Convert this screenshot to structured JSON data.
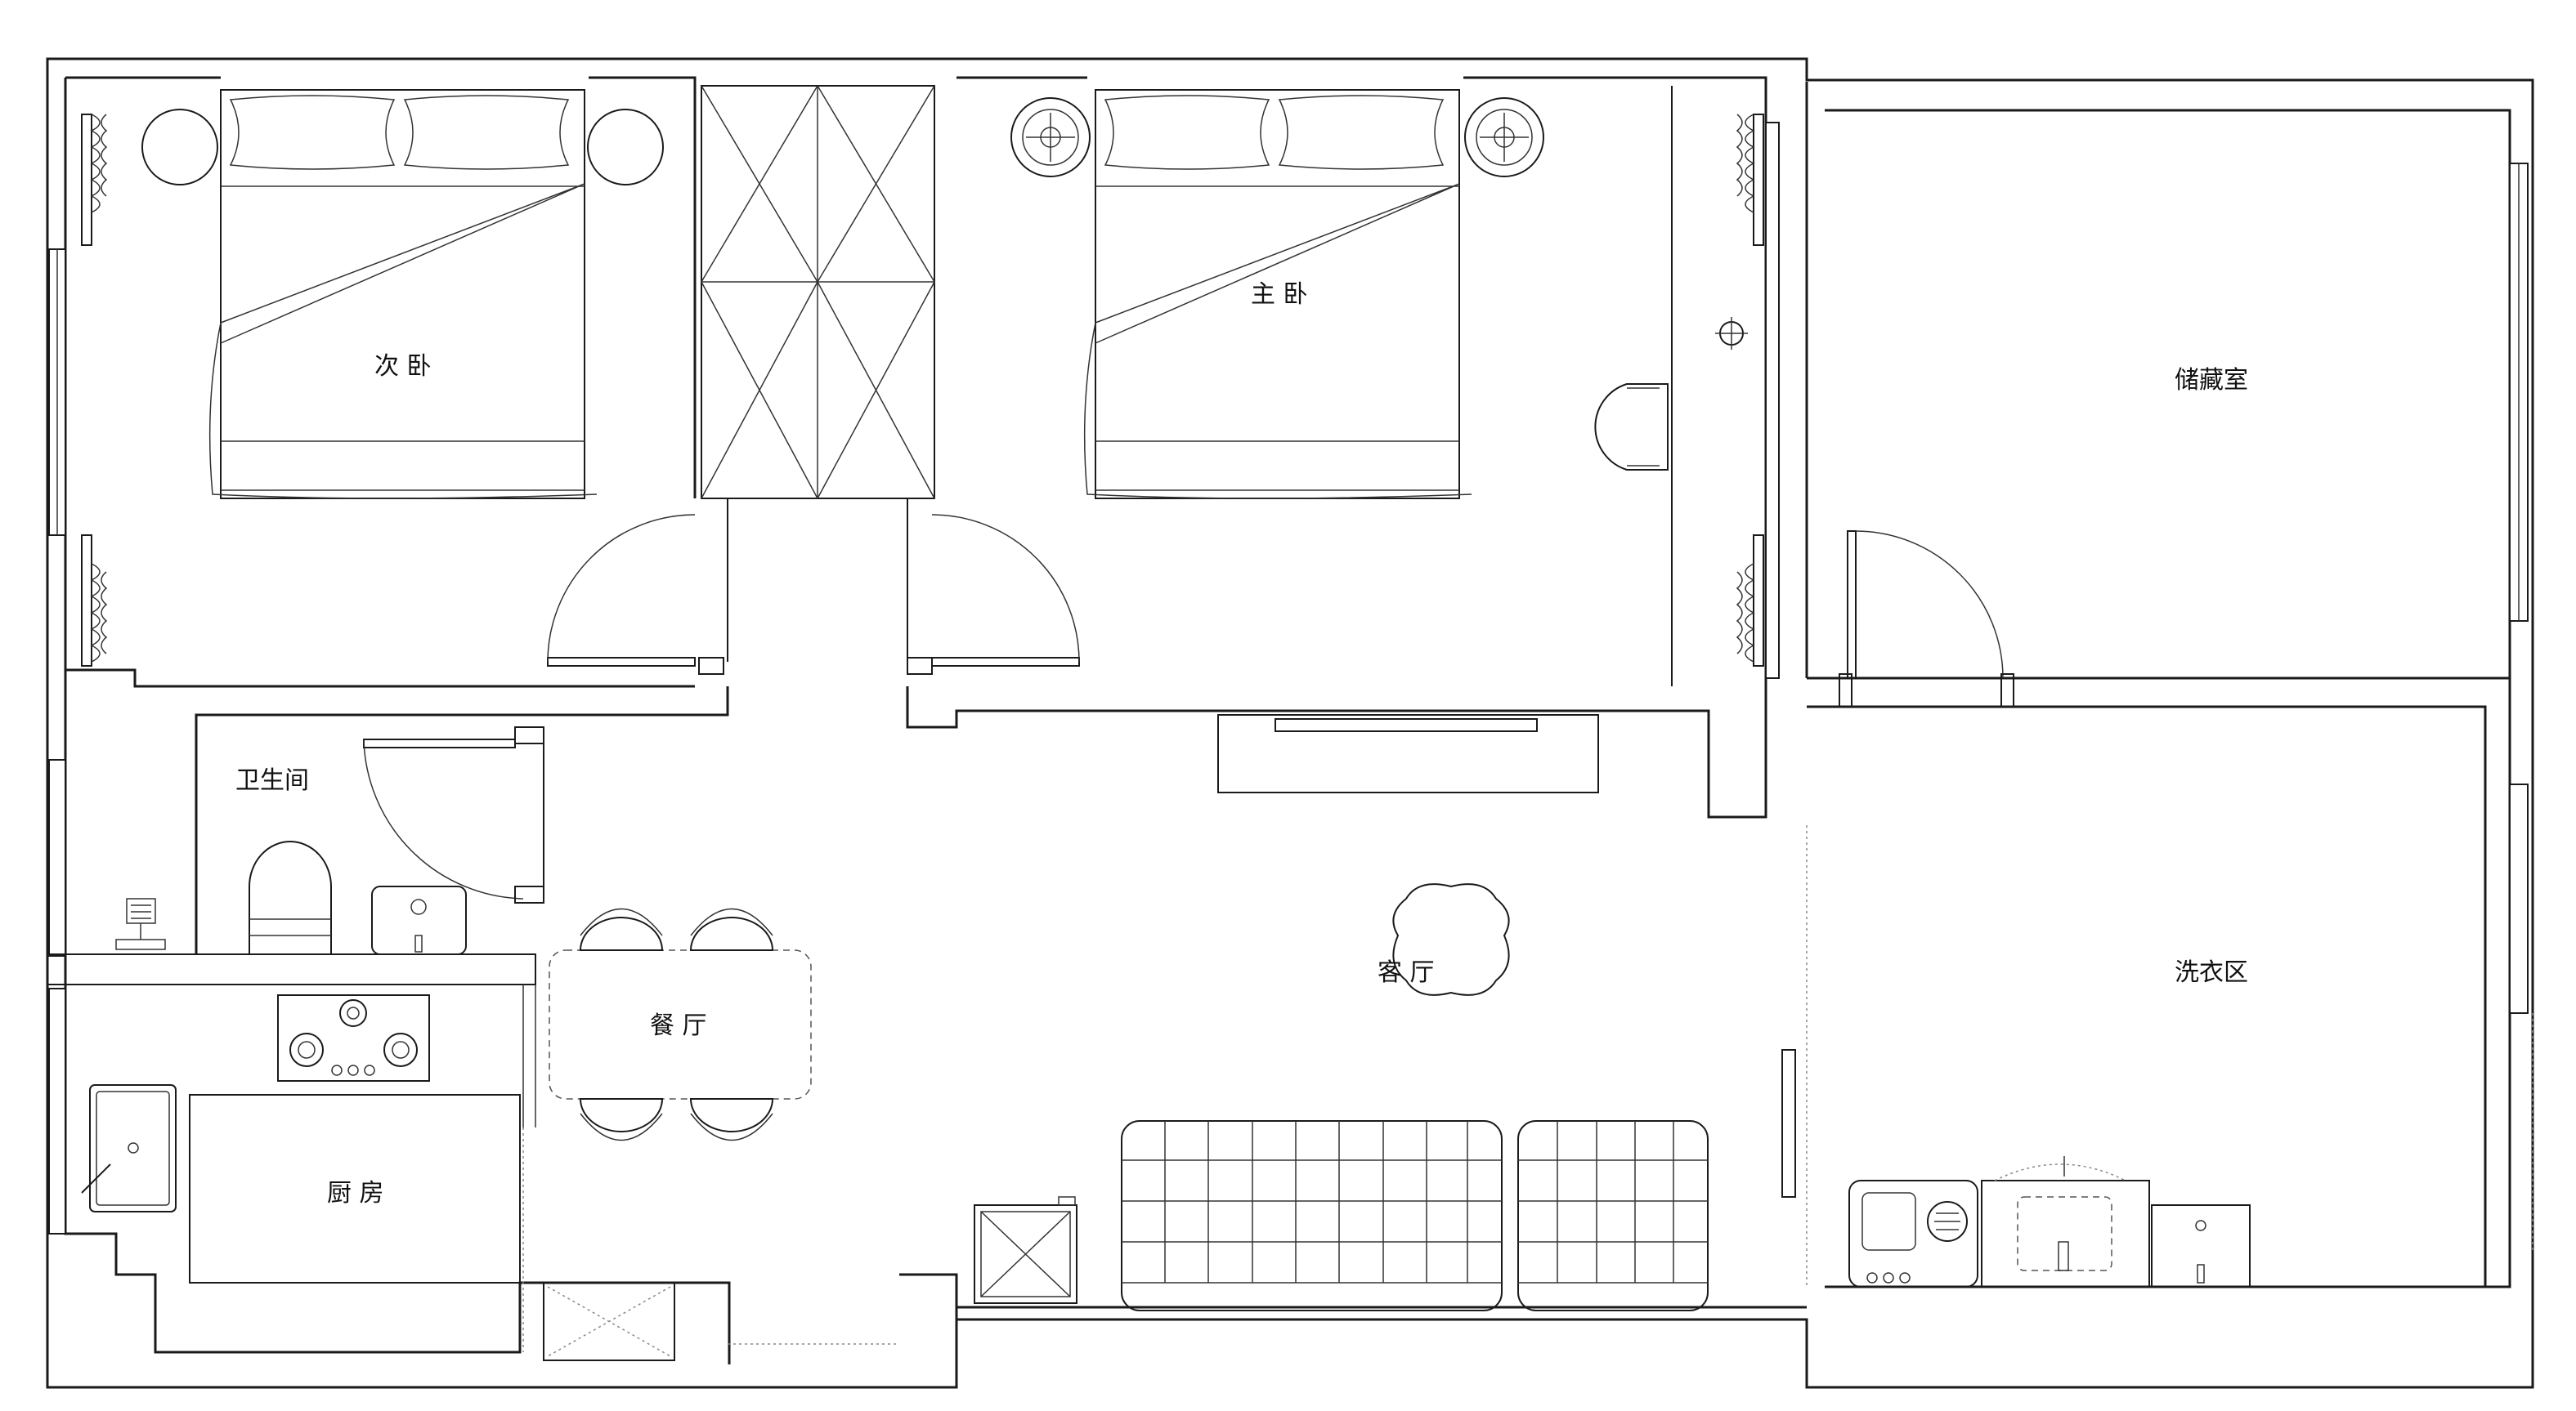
{
  "rooms": {
    "second_bedroom": "次 卧",
    "master_bedroom": "主 卧",
    "storage_room": "储藏室",
    "bathroom": "卫生间",
    "living_room": "客 厅",
    "dining_room": "餐 厅",
    "laundry_area": "洗衣区",
    "kitchen": "厨 房"
  }
}
